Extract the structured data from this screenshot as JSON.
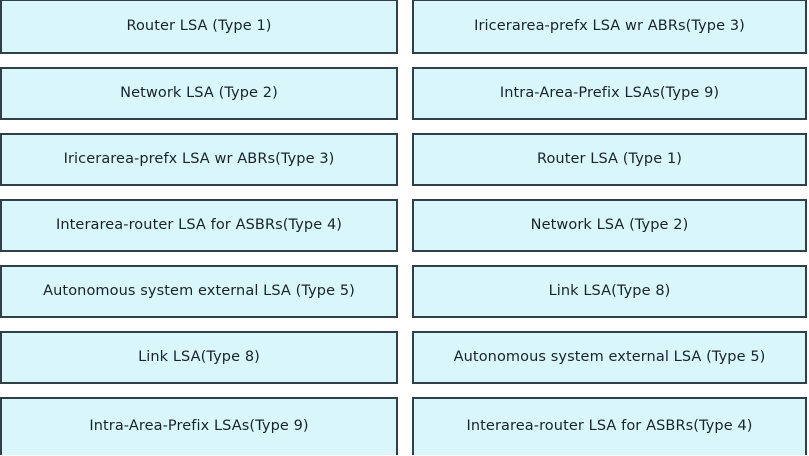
{
  "diagram": {
    "type": "two-column-list",
    "background_color": "#ffffff",
    "box_fill_color": "#d9f7fb",
    "box_border_color": "#2f4049",
    "text_color": "#16242b",
    "columns": [
      {
        "name": "left-column",
        "items": [
          {
            "label": "Router LSA (Type 1)"
          },
          {
            "label": "Network LSA (Type 2)"
          },
          {
            "label": "Iricerarea-prefx LSA wr ABRs(Type 3)"
          },
          {
            "label": "Interarea-router LSA for ASBRs(Type 4)"
          },
          {
            "label": "Autonomous system external LSA (Type 5)"
          },
          {
            "label": "Link LSA(Type 8)"
          },
          {
            "label": "Intra-Area-Prefix LSAs(Type 9)"
          }
        ]
      },
      {
        "name": "right-column",
        "items": [
          {
            "label": "Iricerarea-prefx LSA wr ABRs(Type 3)"
          },
          {
            "label": "Intra-Area-Prefix LSAs(Type 9)"
          },
          {
            "label": "Router LSA (Type 1)"
          },
          {
            "label": "Network LSA (Type 2)"
          },
          {
            "label": "Link LSA(Type 8)"
          },
          {
            "label": "Autonomous system external LSA (Type 5)"
          },
          {
            "label": "Interarea-router LSA for ASBRs(Type 4)"
          }
        ]
      }
    ]
  }
}
